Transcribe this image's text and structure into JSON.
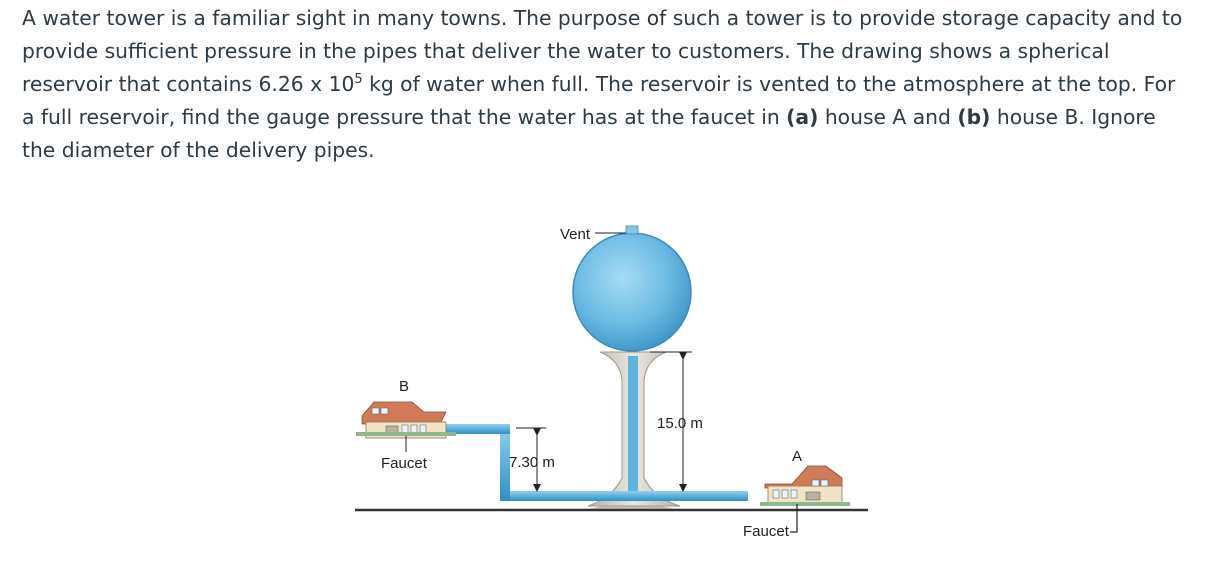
{
  "problem": {
    "sentence1": "A water tower is a familiar sight in many towns. The purpose of such a tower is to provide storage capacity and to provide sufficient pressure in the pipes that deliver the water to customers. The drawing shows a spherical reservoir that contains ",
    "mass_mantissa": "6.26 x 10",
    "mass_exponent": "5",
    "sentence2": " kg of water when full. The reservoir is vented to the atmosphere at the top. For a full reservoir, find the gauge pressure that the water has at the faucet in ",
    "part_a_marker": "(a)",
    "part_a_text": " house A and ",
    "part_b_marker": "(b)",
    "part_b_text": " house B. Ignore the diameter of the delivery pipes."
  },
  "figure": {
    "vent_label": "Vent",
    "house_b_label": "B",
    "house_a_label": "A",
    "faucet_b_label": "Faucet",
    "faucet_a_label": "Faucet",
    "height_tower_label": "15.0 m",
    "height_drop_label": "7.30 m",
    "colors": {
      "water": "#6ab8e0",
      "pipe": "#4da6d9",
      "tower_leg": "#d4cfc6",
      "ground": "#333333",
      "roof": "#d17a5a",
      "wall": "#f2e3c4"
    }
  }
}
